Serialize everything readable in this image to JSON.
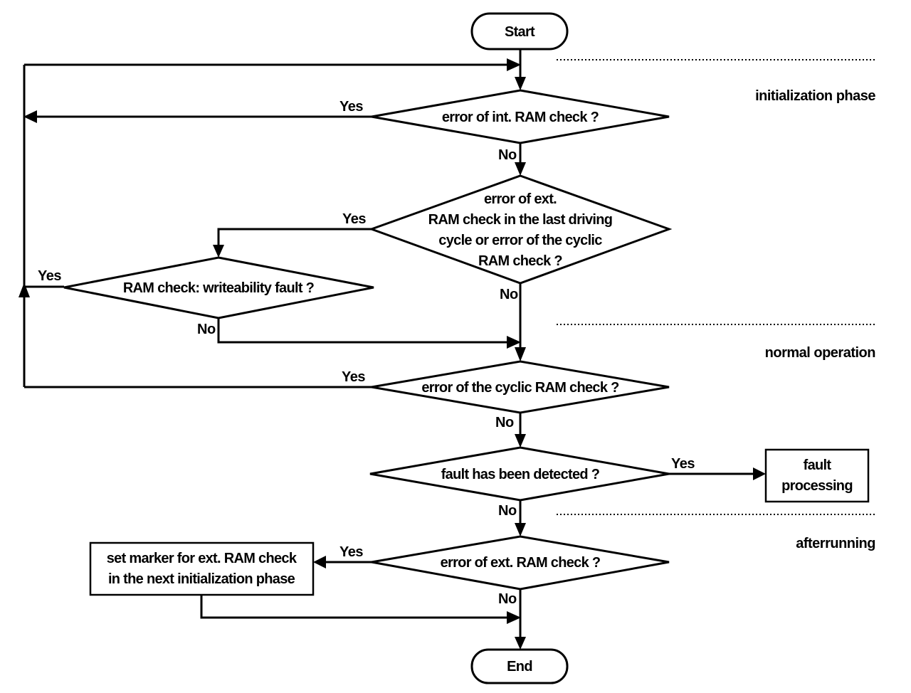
{
  "phases": {
    "initialization": "initialization phase",
    "normal": "normal operation",
    "afterrunning": "afterrunning"
  },
  "nodes": {
    "start": "Start",
    "end": "End",
    "int_ram_check": "error of int. RAM check ?",
    "ext_ram_check_line1": "error of ext.",
    "ext_ram_check_line2": "RAM check in the last driving",
    "ext_ram_check_line3": "cycle or error of the cyclic",
    "ext_ram_check_line4": "RAM check ?",
    "writeability_fault": "RAM check: writeability fault ?",
    "cyclic_ram_check": "error of the cyclic RAM check ?",
    "fault_detected": "fault has been detected ?",
    "fault_processing_line1": "fault",
    "fault_processing_line2": "processing",
    "ext_ram_error": "error of ext. RAM check ?",
    "set_marker_line1": "set marker for ext. RAM check",
    "set_marker_line2": "in the next  initialization phase"
  },
  "labels": {
    "yes": "Yes",
    "no": "No"
  }
}
